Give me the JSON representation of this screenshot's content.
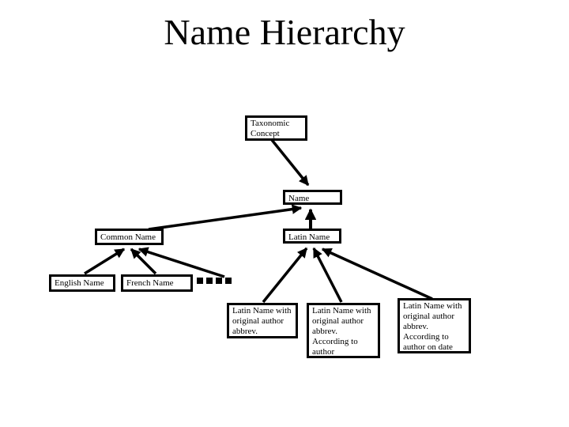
{
  "slide": {
    "title": "Name Hierarchy"
  },
  "diagram": {
    "nodes": {
      "taxonomic_concept": {
        "label": "Taxonomic Concept"
      },
      "name": {
        "label": "Name"
      },
      "common_name": {
        "label": "Common Name"
      },
      "latin_name": {
        "label": "Latin Name"
      },
      "english_name": {
        "label": "English Name"
      },
      "french_name": {
        "label": "French Name"
      },
      "latin_abbrev": {
        "label": "Latin Name with original author abbrev."
      },
      "latin_abbrev_author": {
        "label": "Latin Name with original author abbrev. According to author"
      },
      "latin_abbrev_author_date": {
        "label": "Latin Name with original author abbrev. According to author on date"
      }
    },
    "edges": [
      {
        "from": "Taxonomic Concept",
        "to": "Name"
      },
      {
        "from": "Common Name",
        "to": "Name"
      },
      {
        "from": "Latin Name",
        "to": "Name"
      },
      {
        "from": "English Name",
        "to": "Common Name"
      },
      {
        "from": "French Name",
        "to": "Common Name"
      },
      {
        "from": "ellipsis-dashes",
        "to": "Common Name"
      },
      {
        "from": "Latin Name with original author abbrev.",
        "to": "Latin Name"
      },
      {
        "from": "Latin Name with original author abbrev. According to author",
        "to": "Latin Name"
      },
      {
        "from": "Latin Name with original author abbrev. According to author on date",
        "to": "Latin Name"
      }
    ],
    "colors": {
      "background": "#ffffff",
      "line": "#000000",
      "box_border": "#000000",
      "text": "#000000"
    }
  }
}
